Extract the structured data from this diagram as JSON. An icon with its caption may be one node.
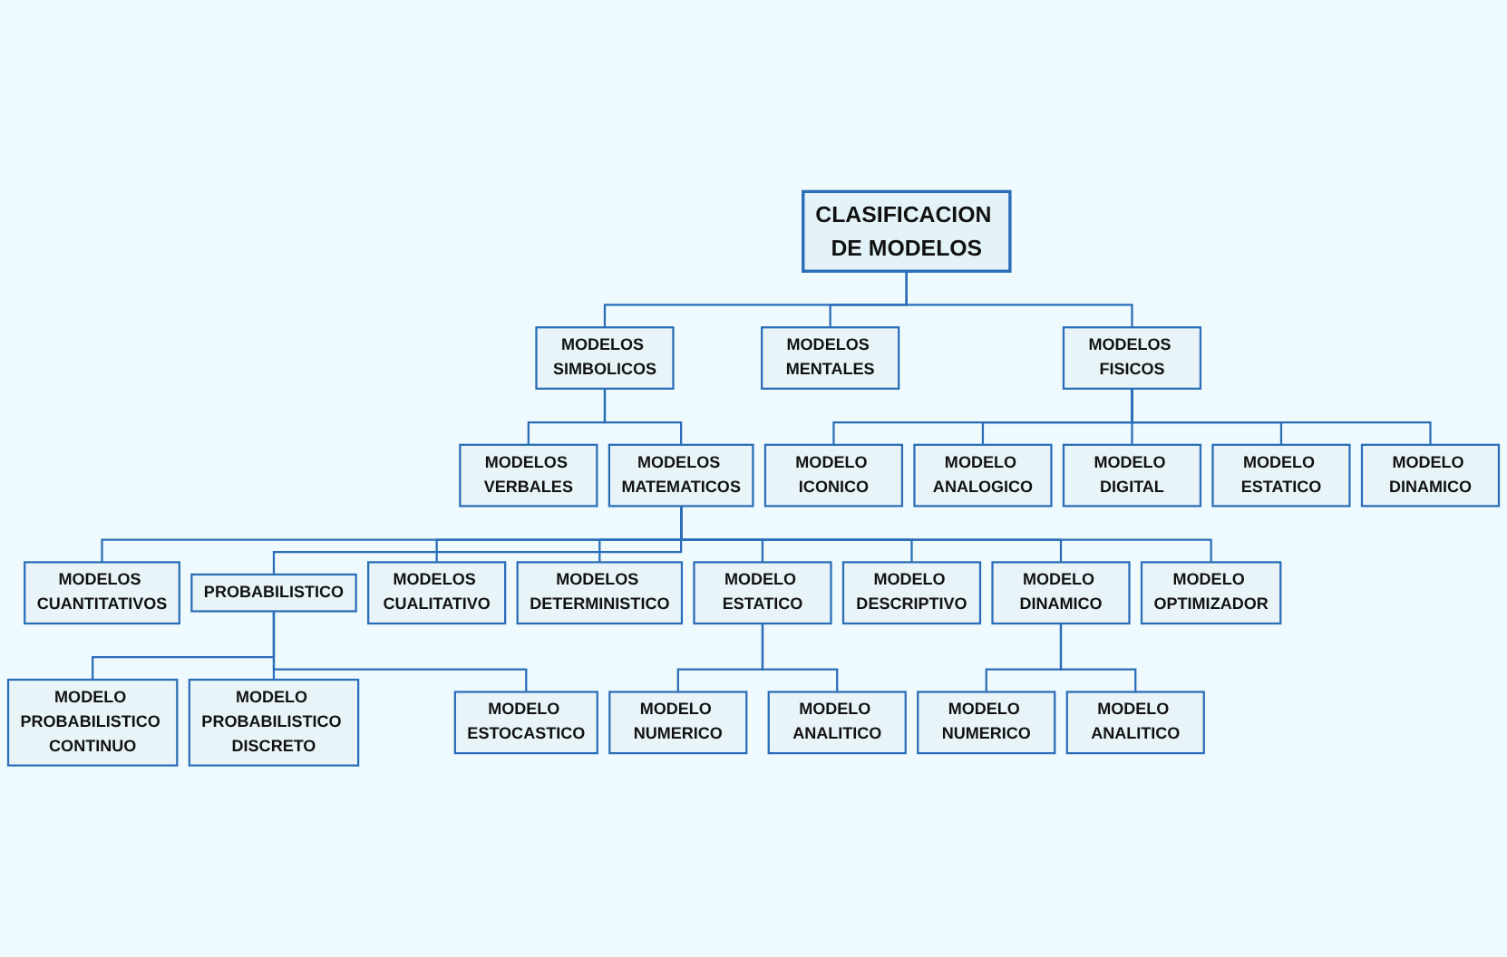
{
  "diagram": {
    "nodes": [
      {
        "text": [
          "CLASIFICACION DE MODELOS"
        ]
      },
      {
        "text": [
          "MODELOS SIMBOLICOS"
        ]
      },
      {
        "text": [
          "MODELOS MENTALES"
        ]
      },
      {
        "text": [
          "MODELOS FISICOS"
        ]
      },
      {
        "text": [
          "MODELOS VERBALES"
        ]
      },
      {
        "text": [
          "MODELOS MATEMATICOS"
        ]
      },
      {
        "text": [
          "MODELO ICONICO"
        ]
      },
      {
        "text": [
          "MODELO ANALOGICO"
        ]
      },
      {
        "text": [
          "MODELO DIGITAL"
        ]
      },
      {
        "text": [
          "MODELO ESTATICO"
        ]
      },
      {
        "text": [
          "MODELO DINAMICO"
        ]
      },
      {
        "text": [
          "MODELOS CUANTITATIVOS"
        ]
      },
      {
        "text": [
          "PROBABILISTICO"
        ]
      },
      {
        "text": [
          "MODELOS CUALITATIVO"
        ]
      },
      {
        "text": [
          "MODELOS DETERMINISTICO"
        ]
      },
      {
        "text": [
          "MODELO ESTATICO"
        ]
      },
      {
        "text": [
          "MODELO DESCRIPTIVO"
        ]
      },
      {
        "text": [
          "MODELO DINAMICO"
        ]
      },
      {
        "text": [
          "MODELO OPTIMIZADOR"
        ]
      },
      {
        "text": [
          "MODELO PROBABILISTICO CONTINUO"
        ]
      },
      {
        "text": [
          "MODELO PROBABILISTICO DISCRETO"
        ]
      },
      {
        "text": [
          "MODELO ESTOCASTICO"
        ]
      },
      {
        "text": [
          "MODELO NUMERICO"
        ]
      },
      {
        "text": [
          "MODELO ANALITICO"
        ]
      },
      {
        "text": [
          "MODELO NUMERICO"
        ]
      },
      {
        "text": [
          "MODELO ANALITICO"
        ]
      }
    ],
    "edges": [
      {
        "from": 0,
        "to": 1,
        "arrow": "none"
      },
      {
        "from": 0,
        "to": 2,
        "arrow": "none"
      },
      {
        "from": 0,
        "to": 3,
        "arrow": "none"
      },
      {
        "from": 1,
        "to": 4,
        "arrow": "none"
      },
      {
        "from": 1,
        "to": 5,
        "arrow": "none"
      },
      {
        "from": 3,
        "to": 6,
        "arrow": "none"
      },
      {
        "from": 3,
        "to": 7,
        "arrow": "none"
      },
      {
        "from": 3,
        "to": 8,
        "arrow": "none"
      },
      {
        "from": 3,
        "to": 9,
        "arrow": "none"
      },
      {
        "from": 3,
        "to": 10,
        "arrow": "none"
      },
      {
        "from": 5,
        "to": 11,
        "arrow": "none"
      },
      {
        "from": 5,
        "to": 12,
        "arrow": "none"
      },
      {
        "from": 5,
        "to": 13,
        "arrow": "none"
      },
      {
        "from": 5,
        "to": 14,
        "arrow": "none"
      },
      {
        "from": 5,
        "to": 15,
        "arrow": "none"
      },
      {
        "from": 5,
        "to": 16,
        "arrow": "none"
      },
      {
        "from": 5,
        "to": 17,
        "arrow": "none"
      },
      {
        "from": 5,
        "to": 18,
        "arrow": "none"
      },
      {
        "from": 12,
        "to": 19,
        "arrow": "none"
      },
      {
        "from": 12,
        "to": 20,
        "arrow": "none"
      },
      {
        "from": 12,
        "to": 21,
        "arrow": "none"
      },
      {
        "from": 15,
        "to": 22,
        "arrow": "none"
      },
      {
        "from": 15,
        "to": 23,
        "arrow": "none"
      },
      {
        "from": 17,
        "to": 24,
        "arrow": "none"
      },
      {
        "from": 17,
        "to": 25,
        "arrow": "none"
      }
    ]
  }
}
